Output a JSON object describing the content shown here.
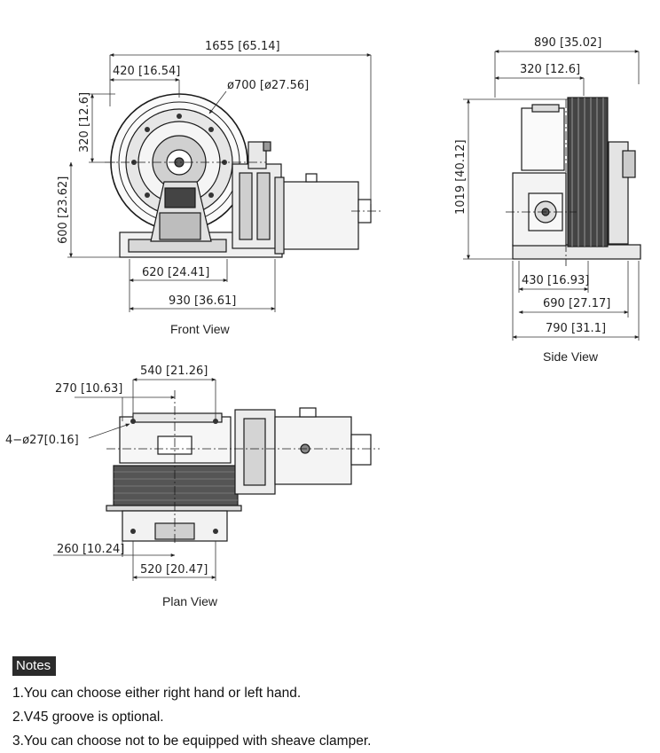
{
  "views": {
    "front": {
      "title": "Front View",
      "dims": {
        "overall_width": "1655 [65.14]",
        "sheave_offset": "420 [16.54]",
        "sheave_dia": "ø700 [ø27.56]",
        "height_320": "320 [12.6]",
        "height_600": "600 [23.62]",
        "base_620": "620 [24.41]",
        "base_930": "930 [36.61]"
      }
    },
    "side": {
      "title": "Side View",
      "dims": {
        "depth_890": "890 [35.02]",
        "offset_320": "320 [12.6]",
        "height_1019": "1019 [40.12]",
        "base_430": "430 [16.93]",
        "base_690": "690 [27.17]",
        "base_790": "790 [31.1]"
      }
    },
    "plan": {
      "title": "Plan View",
      "dims": {
        "width_540": "540 [21.26]",
        "offset_270": "270 [10.63]",
        "holes": "4−ø27[0.16]",
        "offset_260": "260 [10.24]",
        "width_520": "520 [20.47]"
      }
    }
  },
  "notes": {
    "heading": "Notes",
    "items": [
      "1.You can choose either right hand or left hand.",
      "2.V45 groove is optional.",
      "3.You can choose not to be equipped with sheave clamper."
    ]
  },
  "colors": {
    "line": "#1a1a1a",
    "dim": "#333333",
    "notes_bg": "#2b2b2b"
  }
}
